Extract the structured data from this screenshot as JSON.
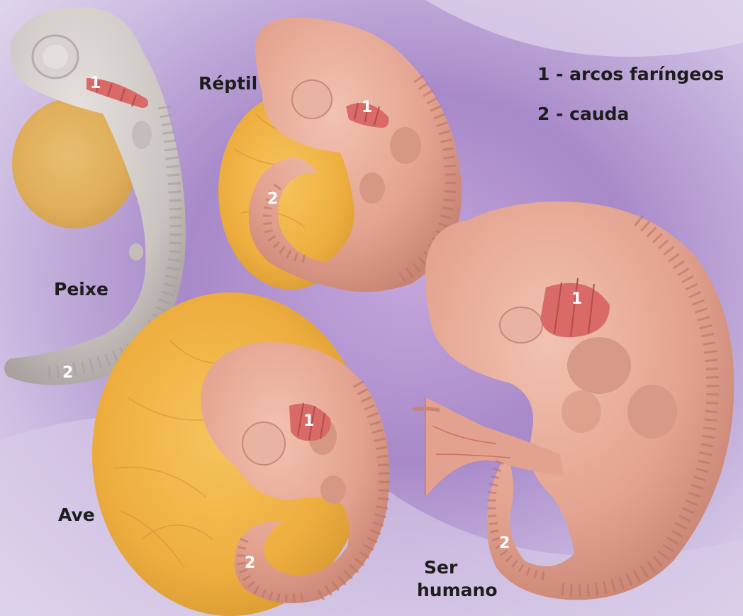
{
  "legend": {
    "item1": "1 - arcos faríngeos",
    "item2": "2 - cauda"
  },
  "labels": {
    "fish": "Peixe",
    "reptile": "Réptil",
    "bird": "Ave",
    "human_line1": "Ser",
    "human_line2": "humano"
  },
  "markers": {
    "arches": "1",
    "tail": "2"
  },
  "colors": {
    "background": "#a98cc8",
    "yolk": "#f0b545",
    "embryo_skin": "#e6a593",
    "fish_body": "#cfc9c7",
    "arch": "#d96a68"
  }
}
